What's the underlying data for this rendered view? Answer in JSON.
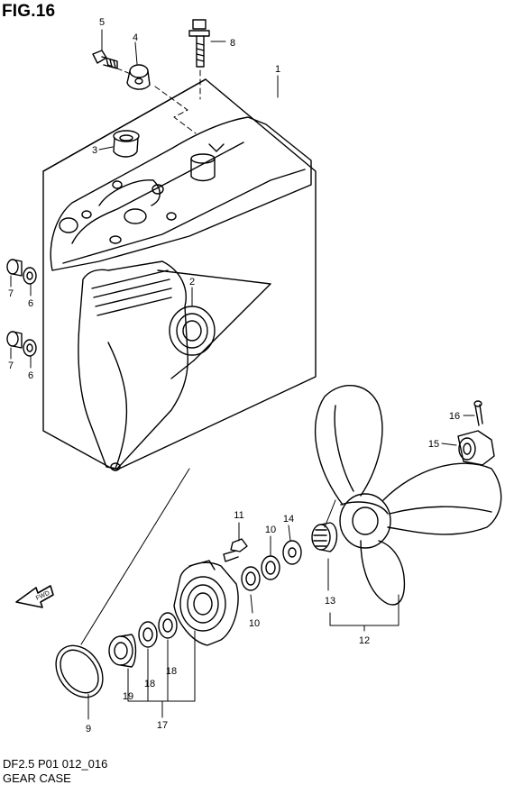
{
  "figure": {
    "title": "FIG.16",
    "code": "DF2.5 P01 012_016",
    "name": "GEAR CASE",
    "fwd_label": "FWD"
  },
  "callouts": {
    "c1": "1",
    "c2": "2",
    "c3": "3",
    "c4": "4",
    "c5": "5",
    "c6a": "6",
    "c6b": "6",
    "c7a": "7",
    "c7b": "7",
    "c8": "8",
    "c9": "9",
    "c10a": "10",
    "c10b": "10",
    "c11": "11",
    "c12": "12",
    "c13": "13",
    "c14": "14",
    "c15": "15",
    "c16": "16",
    "c17": "17",
    "c18a": "18",
    "c18b": "18",
    "c19": "19"
  }
}
